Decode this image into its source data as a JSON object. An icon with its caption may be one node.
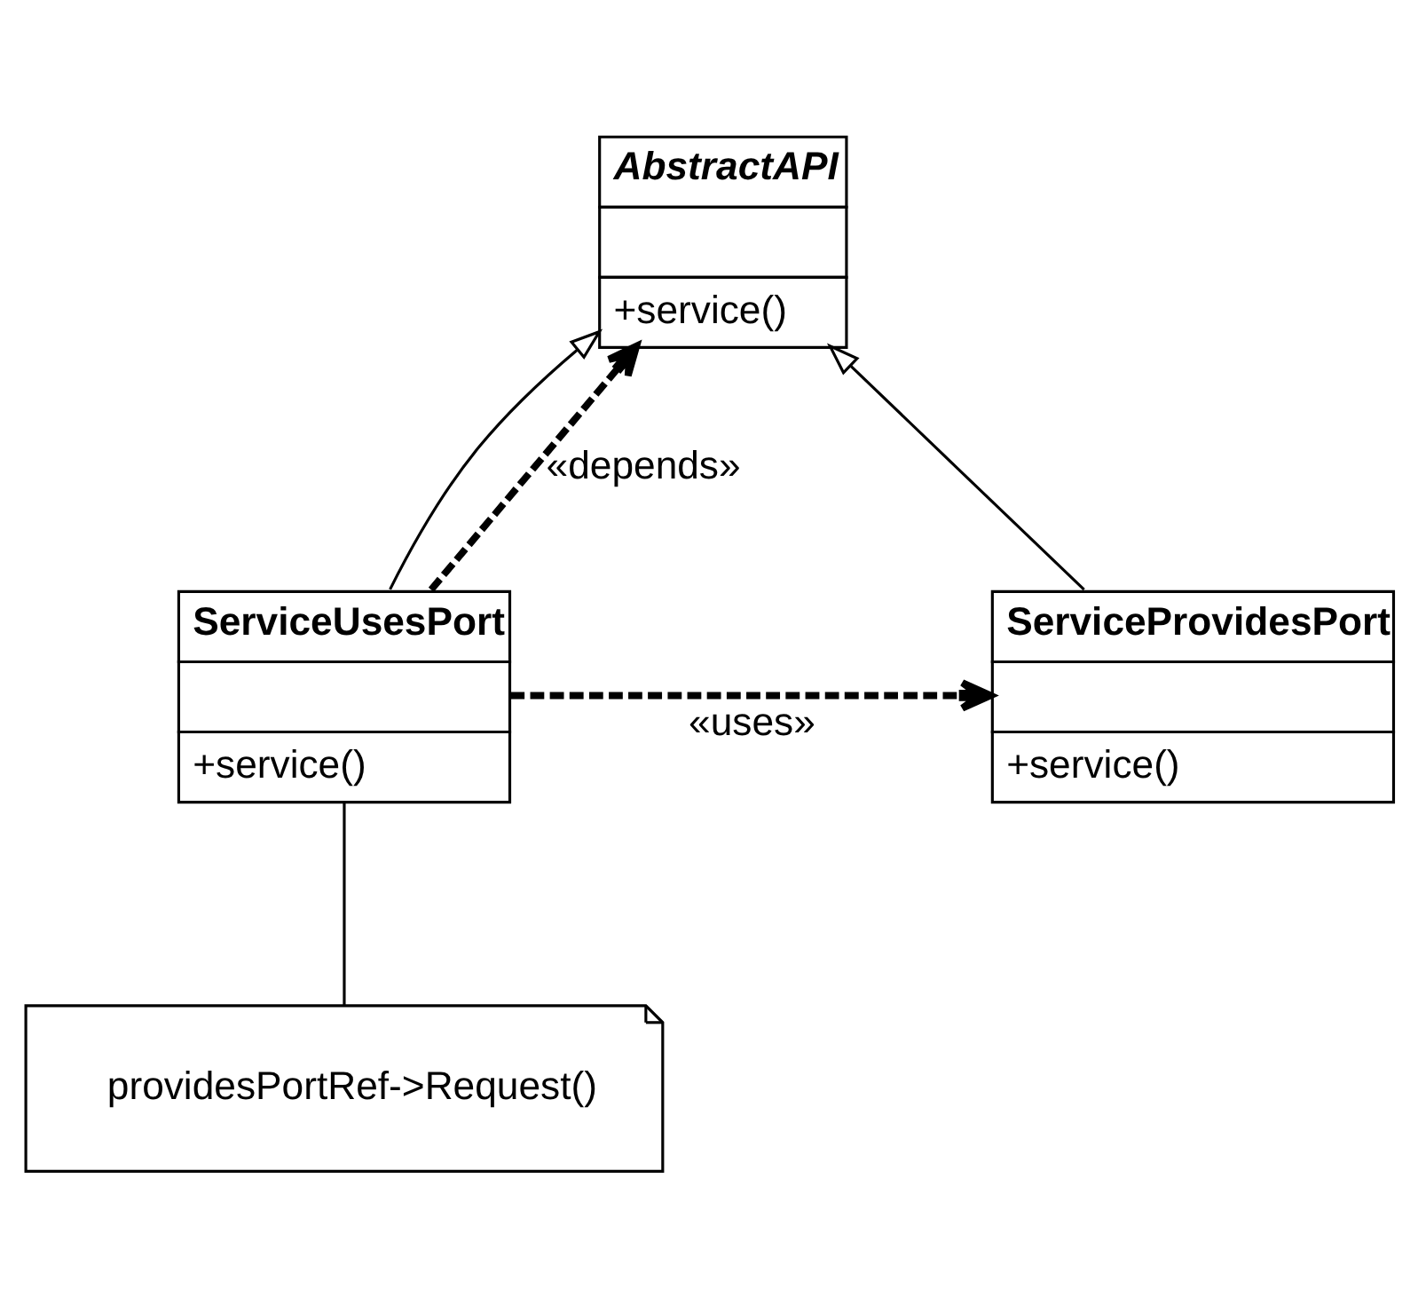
{
  "diagram": {
    "nodes": [
      {
        "text": [
          "AbstractAPI",
          "+service()"
        ]
      },
      {
        "text": [
          "ServiceUsesPort",
          "+service()"
        ]
      },
      {
        "text": [
          "ServiceProvidesPort",
          "+service()"
        ]
      },
      {
        "text": [
          "providesPortRef->Request()"
        ]
      }
    ],
    "edges": [
      {
        "from": 1,
        "to": 0,
        "arrow": "to"
      },
      {
        "from": 2,
        "to": 0,
        "arrow": "to"
      },
      {
        "from": 1,
        "to": 0,
        "arrow": "to",
        "label": "«depends»",
        "style": "dashed"
      },
      {
        "from": 1,
        "to": 2,
        "arrow": "to",
        "label": "«uses»",
        "style": "dashed"
      },
      {
        "from": 3,
        "to": 1,
        "arrow": "none"
      }
    ]
  }
}
